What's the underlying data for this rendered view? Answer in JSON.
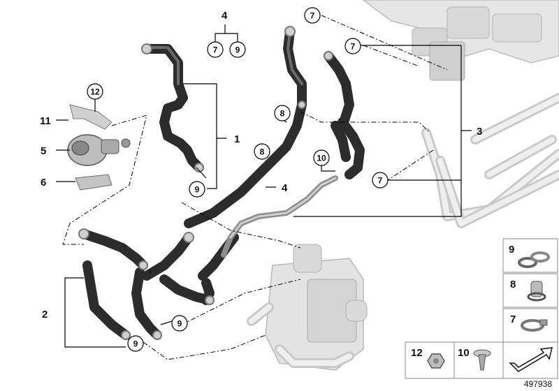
{
  "callouts": {
    "c1": "1",
    "c2": "2",
    "c3": "3",
    "c4_top": "4",
    "c4_mid": "4",
    "c4a": "7",
    "c4b": "9",
    "c5": "5",
    "c6": "6",
    "c11": "11",
    "c12": "12",
    "c7_top": "7",
    "c7_right": "7",
    "c7_mid": "7",
    "c8_a": "8",
    "c8_b": "8",
    "c9_a": "9",
    "c9_b": "9",
    "c9_c": "9",
    "c10": "10"
  },
  "legend": {
    "item9": "9",
    "item8": "8",
    "item7": "7",
    "item12": "12",
    "item10": "10"
  },
  "image_id": "497938",
  "icons": {
    "arrow": "direction-arrow-icon"
  },
  "colors": {
    "hose": "#2c2c2c",
    "pipe": "#8c8c8c",
    "ghost": "#c9c9c9"
  }
}
